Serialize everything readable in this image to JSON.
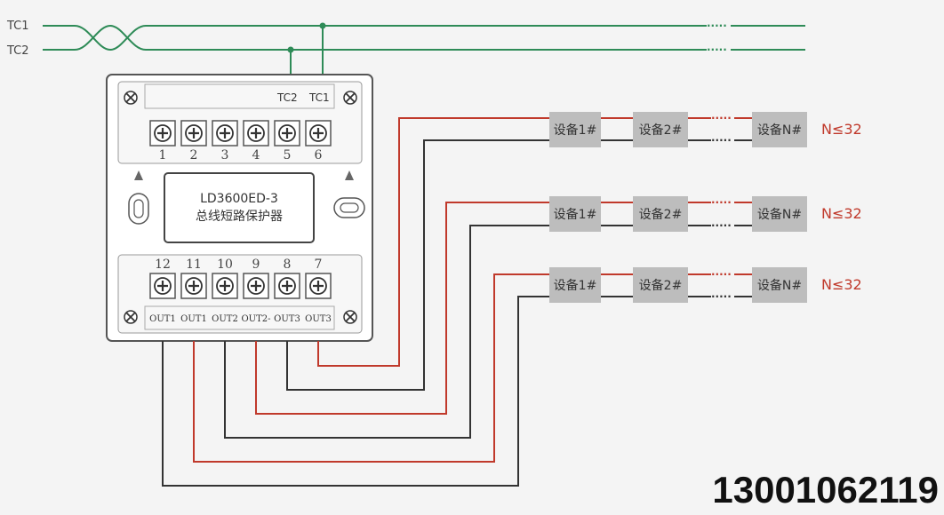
{
  "bus": {
    "tc1": "TC1",
    "tc2": "TC2"
  },
  "module": {
    "model": "LD3600ED-3",
    "name": "总线短路保护器",
    "top_labels": {
      "tc2": "TC2",
      "tc1": "TC1"
    },
    "top_terminals": [
      "1",
      "2",
      "3",
      "4",
      "5",
      "6"
    ],
    "bottom_terminals": [
      "12",
      "11",
      "10",
      "9",
      "8",
      "7"
    ],
    "outputs": [
      "OUT1",
      "OUT1",
      "OUT2",
      "OUT2-",
      "OUT3",
      "OUT3"
    ]
  },
  "branches": [
    {
      "devices": [
        "设备1#",
        "设备2#",
        "设备N#"
      ],
      "limit": "N≤32"
    },
    {
      "devices": [
        "设备1#",
        "设备2#",
        "设备N#"
      ],
      "limit": "N≤32"
    },
    {
      "devices": [
        "设备1#",
        "设备2#",
        "设备N#"
      ],
      "limit": "N≤32"
    }
  ],
  "ellipsis": "·····",
  "phone": "13001062119",
  "colors": {
    "bus": "#2e8b57",
    "red_wire": "#c0392b",
    "dark_wire": "#333333",
    "device_box": "#bdbdbd"
  }
}
